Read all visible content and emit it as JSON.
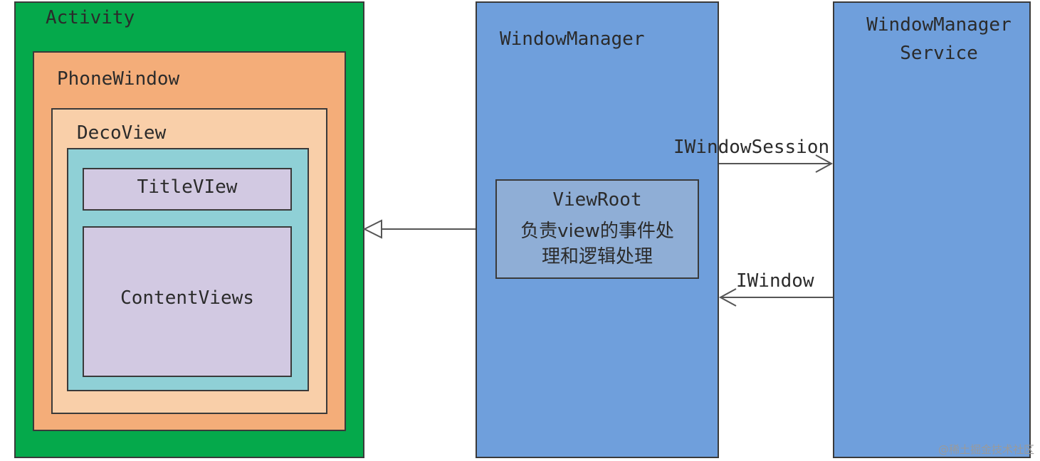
{
  "activity": "Activity",
  "phone_window": "PhoneWindow",
  "deco_view": "DecoView",
  "title_view": "TitleVIew",
  "content_views": "ContentViews",
  "window_manager": "WindowManager",
  "window_manager_service": {
    "line1": "WindowManager",
    "line2": "Service"
  },
  "view_root": {
    "line1": "ViewRoot",
    "line2": "负责view的事件处",
    "line3": "理和逻辑处理"
  },
  "edges": {
    "session_label": "IWindowSession",
    "iwindow_label": "IWindow"
  },
  "watermark": "@稀土掘金技术社区",
  "colors": {
    "activity": "#05a94b",
    "phone_window": "#f4ad79",
    "deco_view": "#f9cfa9",
    "content_frame": "#8fd0d6",
    "views": "#d2c9e2",
    "window_manager": "#6f9fdc",
    "view_root": "#8faed6"
  }
}
